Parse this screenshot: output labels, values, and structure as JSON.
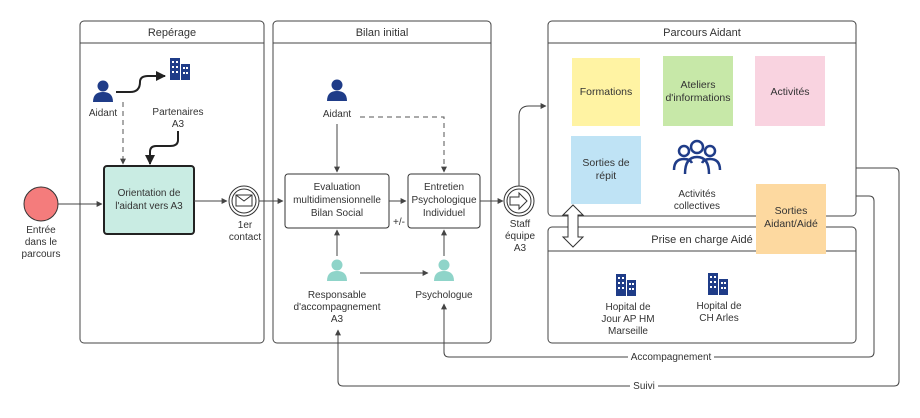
{
  "pools": {
    "reperage": "Repérage",
    "bilan": "Bilan initial",
    "parcours": "Parcours Aidant",
    "prise": "Prise en charge Aidé"
  },
  "start_event": [
    "Entrée",
    "dans le",
    "parcours"
  ],
  "reperage": {
    "aidant": "Aidant",
    "partenaires": [
      "Partenaires",
      "A3"
    ],
    "orientation": [
      "Orientation de",
      "l'aidant vers A3"
    ]
  },
  "contact": [
    "1er",
    "contact"
  ],
  "bilan": {
    "aidant": "Aidant",
    "evaluation": [
      "Evaluation",
      "multidimensionnelle",
      "Bilan Social"
    ],
    "entretien": [
      "Entretien",
      "Psychologique",
      "Individuel"
    ],
    "plusminus": "+/-",
    "responsable": [
      "Responsable",
      "d'accompagnement",
      "A3"
    ],
    "psychologue": "Psychologue"
  },
  "staff": [
    "Staff",
    "équipe",
    "A3"
  ],
  "parcours": {
    "formations": "Formations",
    "ateliers": [
      "Ateliers",
      "d'informations"
    ],
    "activites": "Activités",
    "sorties_repit": [
      "Sorties de",
      "répit"
    ],
    "activites_collectives": [
      "Activités",
      "collectives"
    ],
    "sorties_aidant": [
      "Sorties",
      "Aidant/Aidé"
    ]
  },
  "prise": {
    "hopital_marseille": [
      "Hopital de",
      "Jour AP HM",
      "Marseille"
    ],
    "hopital_arles": [
      "Hopital de",
      "CH Arles"
    ]
  },
  "flows": {
    "accompagnement": "Accompagnement",
    "suivi": "Suivi"
  },
  "colors": {
    "start": "#f47c7c",
    "orientation": "#c9ece3",
    "note_yellow": "#fff3a3",
    "note_green": "#c7e8a8",
    "note_pink": "#f9d3e0",
    "note_blue": "#bfe3f5",
    "note_orange": "#fdd9a0",
    "navy": "#1f3c88",
    "teal": "#8fd4c9"
  }
}
